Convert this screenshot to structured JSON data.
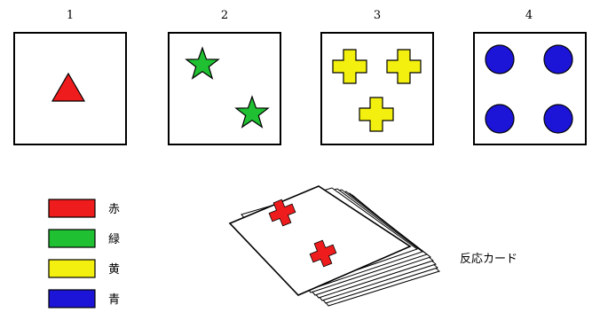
{
  "stimulus_cards": [
    {
      "number": "1",
      "count": 1,
      "shape": "triangle",
      "color_name": "赤",
      "fill": "#ee1c1c"
    },
    {
      "number": "2",
      "count": 2,
      "shape": "star",
      "color_name": "緑",
      "fill": "#1fc132"
    },
    {
      "number": "3",
      "count": 3,
      "shape": "cross",
      "color_name": "黄",
      "fill": "#f3f00f"
    },
    {
      "number": "4",
      "count": 4,
      "shape": "circle",
      "color_name": "青",
      "fill": "#1c14d6"
    }
  ],
  "legend": [
    {
      "label": "赤",
      "fill": "#ee1c1c"
    },
    {
      "label": "緑",
      "fill": "#1fc132"
    },
    {
      "label": "黄",
      "fill": "#f3f00f"
    },
    {
      "label": "青",
      "fill": "#1c14d6"
    }
  ],
  "response_cards": {
    "label": "反応カード",
    "top_card_count": 2,
    "top_card_shape": "cross",
    "top_card_fill": "#ee1c1c"
  }
}
